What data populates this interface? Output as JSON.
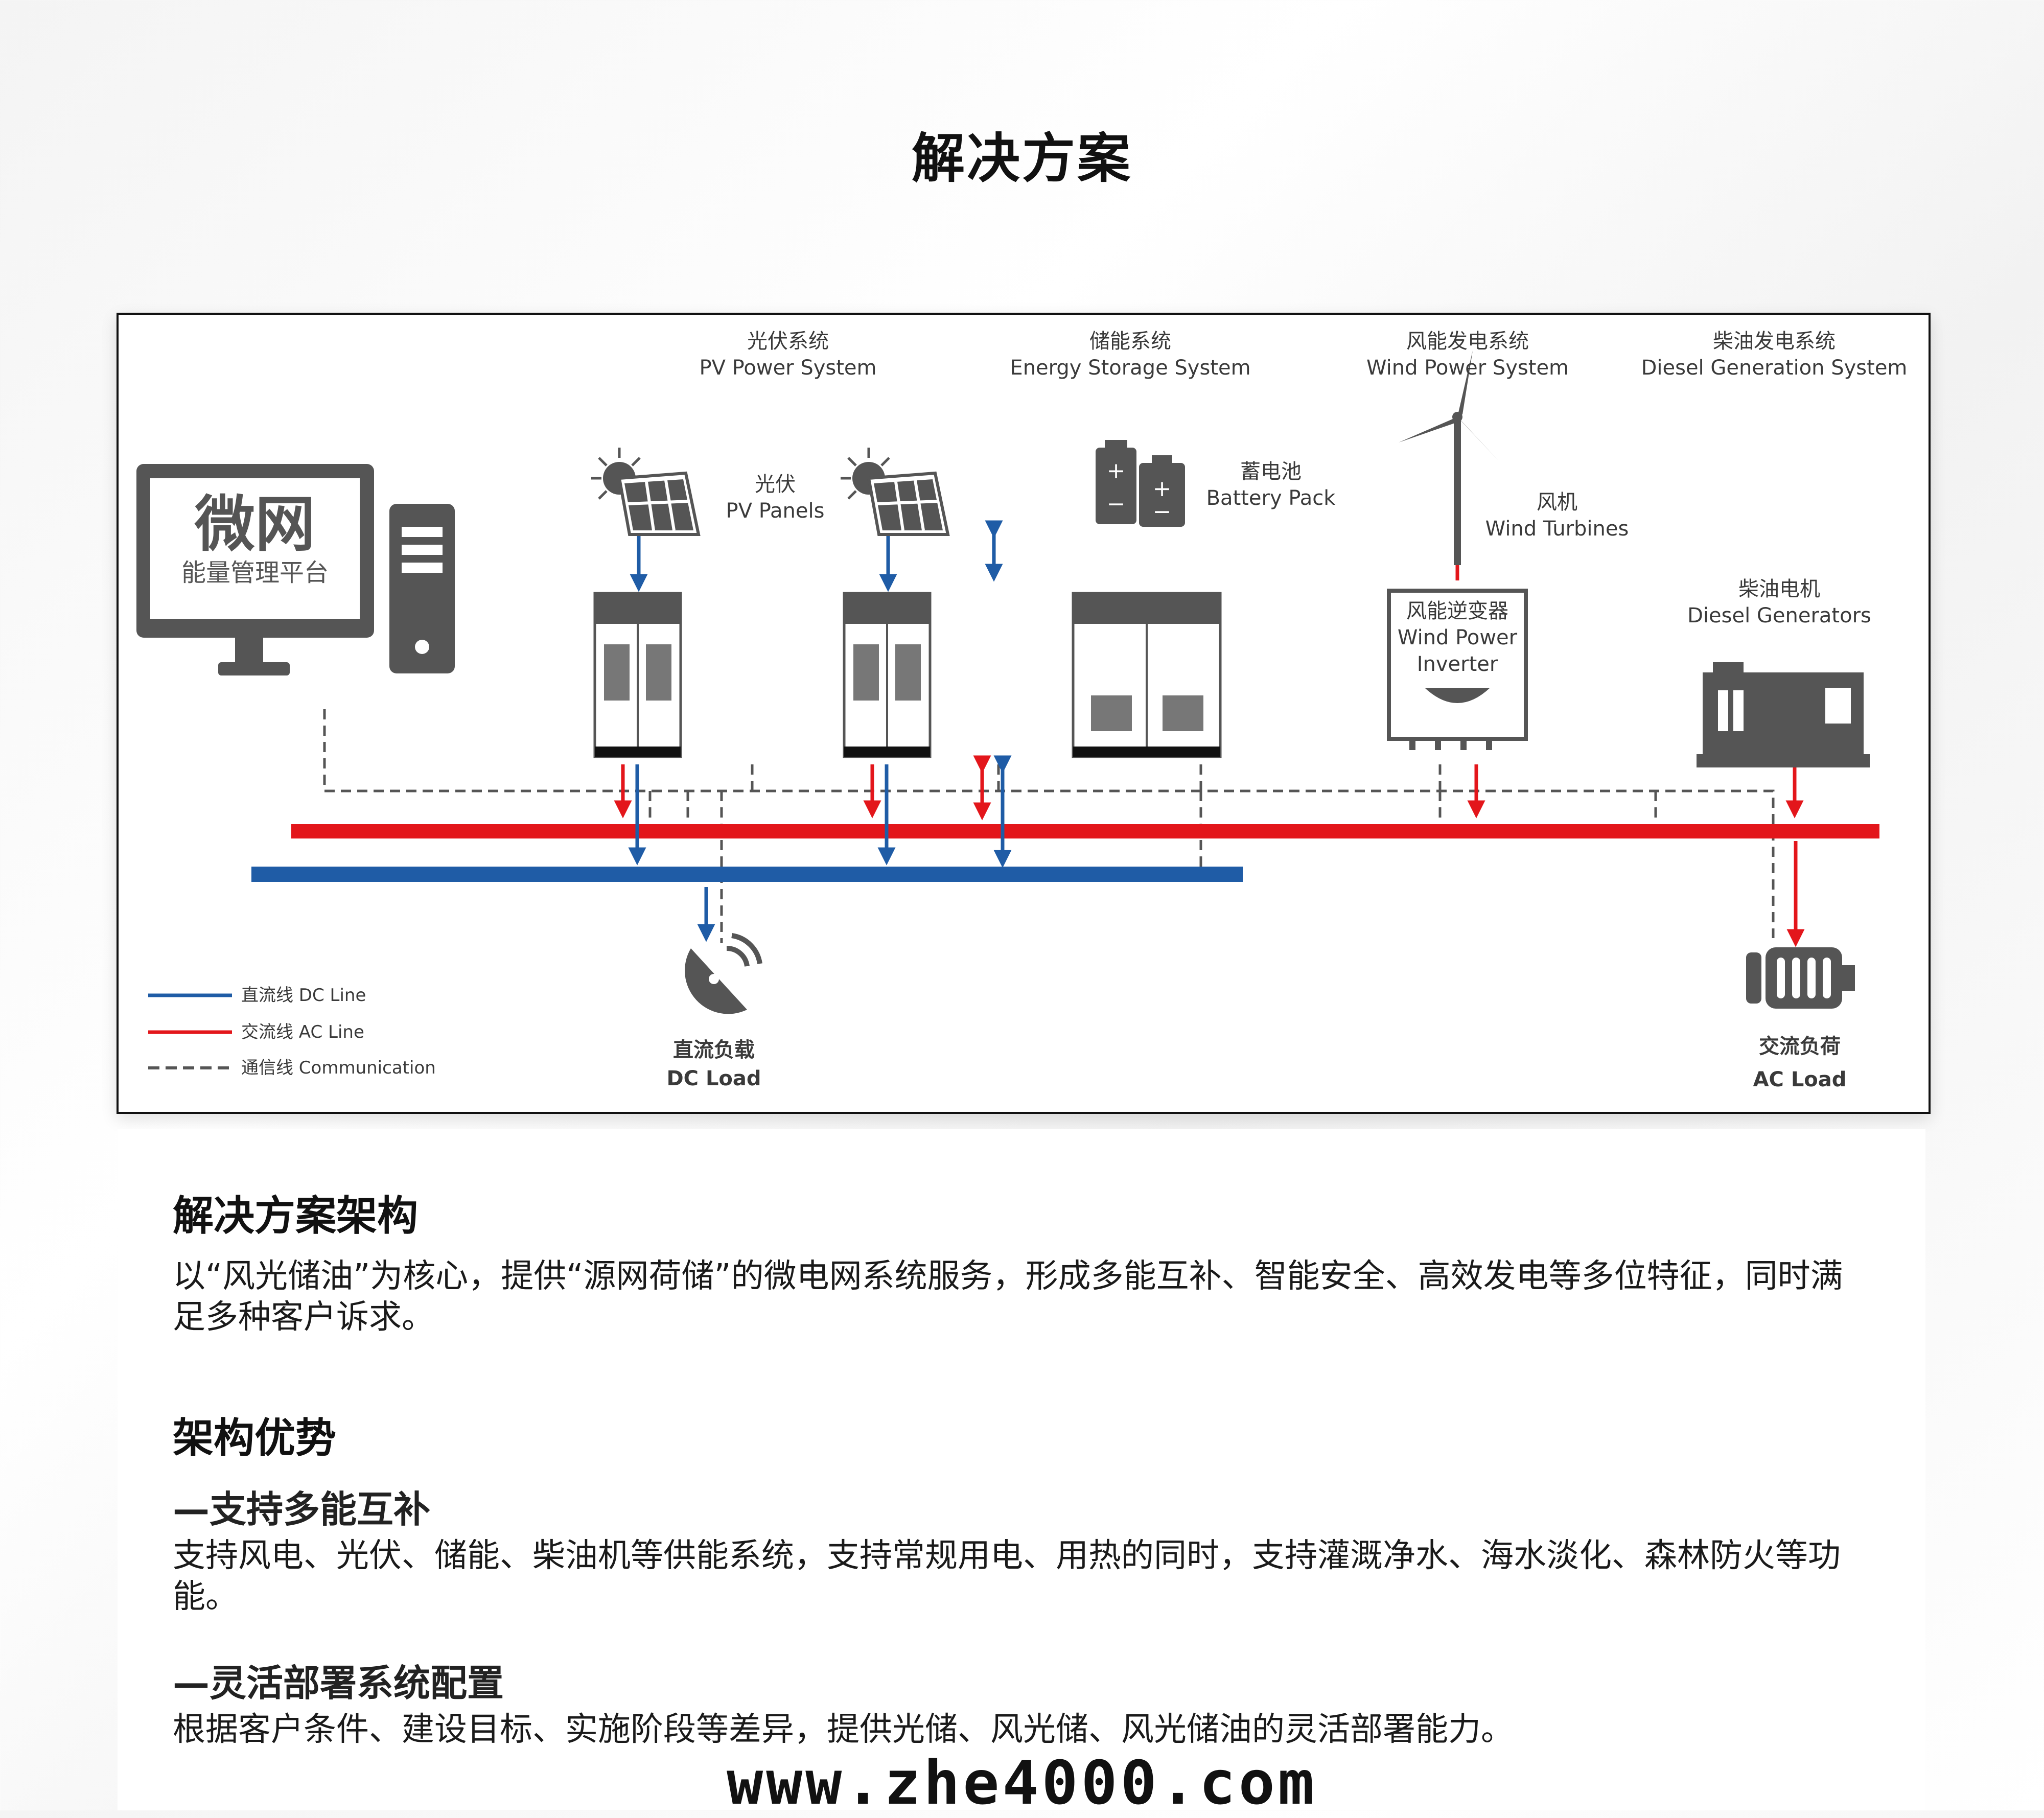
{
  "page": {
    "title": "解决方案",
    "watermark": "www.zhe4000.com"
  },
  "diagram": {
    "systems": {
      "pv": {
        "cn": "光伏系统",
        "en": "PV Power System"
      },
      "storage": {
        "cn": "储能系统",
        "en": "Energy Storage System"
      },
      "wind": {
        "cn": "风能发电系统",
        "en": "Wind Power System"
      },
      "diesel": {
        "cn": "柴油发电系统",
        "en": "Diesel Generation System"
      }
    },
    "platform": {
      "title": "微网",
      "subtitle": "能量管理平台"
    },
    "pv_panels": {
      "cn": "光伏",
      "en": "PV Panels"
    },
    "battery": {
      "cn": "蓄电池",
      "en": "Battery Pack"
    },
    "wind_turbine": {
      "cn": "风机",
      "en": "Wind Turbines"
    },
    "inverter": {
      "line1": "风能逆变器",
      "line2": "Wind Power",
      "line3": "Inverter"
    },
    "diesel_gen": {
      "cn": "柴油电机",
      "en": "Diesel Generators"
    },
    "dc_load": {
      "cn": "直流负载",
      "en": "DC Load"
    },
    "ac_load": {
      "cn": "交流负荷",
      "en": "AC Load"
    },
    "legend": {
      "dc": "直流线 DC Line",
      "ac": "交流线 AC Line",
      "comm": "通信线 Communication"
    },
    "colors": {
      "dc": "#1f5ca6",
      "ac": "#e3161b",
      "device": "#555555"
    }
  },
  "content": {
    "section1": {
      "heading": "解决方案架构",
      "body": "以“风光储油”为核心，提供“源网荷储”的微电网系统服务，形成多能互补、智能安全、高效发电等多位特征，同时满足多种客户诉求。"
    },
    "section2": {
      "heading": "架构优势",
      "sub1": "—支持多能互补",
      "body1": "支持风电、光伏、储能、柴油机等供能系统，支持常规用电、用热的同时，支持灌溉净水、海水淡化、森林防火等功能。",
      "sub2": "—灵活部署系统配置",
      "body2": "根据客户条件、建设目标、实施阶段等差异，提供光储、风光储、风光储油的灵活部署能力。"
    }
  }
}
